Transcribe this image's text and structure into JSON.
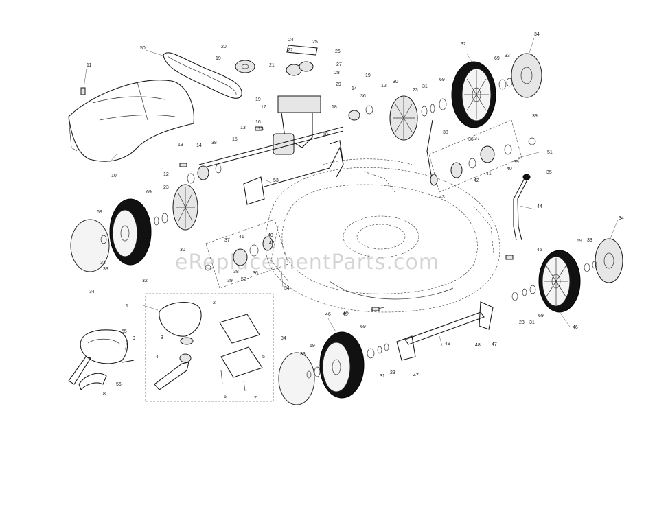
{
  "watermark": "eReplacementParts.com",
  "labels": [
    "1",
    "2",
    "3",
    "4",
    "5",
    "6",
    "7",
    "8",
    "9",
    "10",
    "11",
    "12",
    "13",
    "14",
    "15",
    "16",
    "17",
    "18",
    "19",
    "20",
    "21",
    "22",
    "23",
    "24",
    "25",
    "26",
    "27",
    "28",
    "29",
    "30",
    "31",
    "32",
    "33",
    "34",
    "35",
    "36",
    "37",
    "38",
    "39",
    "40",
    "41",
    "42",
    "43",
    "44",
    "45",
    "46",
    "47",
    "48",
    "49",
    "50",
    "51",
    "52",
    "53",
    "54",
    "55",
    "56"
  ],
  "callouts": [
    {
      "n": "11"
    },
    {
      "n": "50"
    },
    {
      "n": "20"
    },
    {
      "n": "19"
    },
    {
      "n": "24"
    },
    {
      "n": "25"
    },
    {
      "n": "22"
    },
    {
      "n": "26"
    },
    {
      "n": "27"
    },
    {
      "n": "21"
    },
    {
      "n": "28"
    },
    {
      "n": "29"
    },
    {
      "n": "19"
    },
    {
      "n": "18"
    },
    {
      "n": "17"
    },
    {
      "n": "16"
    },
    {
      "n": "13"
    },
    {
      "n": "13"
    },
    {
      "n": "14"
    },
    {
      "n": "36"
    },
    {
      "n": "12"
    },
    {
      "n": "19"
    },
    {
      "n": "15"
    },
    {
      "n": "18"
    },
    {
      "n": "10"
    },
    {
      "n": "13"
    },
    {
      "n": "14"
    },
    {
      "n": "38"
    },
    {
      "n": "12"
    },
    {
      "n": "53"
    },
    {
      "n": "32"
    },
    {
      "n": "34"
    },
    {
      "n": "69"
    },
    {
      "n": "33"
    },
    {
      "n": "30"
    },
    {
      "n": "23"
    },
    {
      "n": "31"
    },
    {
      "n": "69"
    },
    {
      "n": "38"
    },
    {
      "n": "39"
    },
    {
      "n": "36"
    },
    {
      "n": "37"
    },
    {
      "n": "51"
    },
    {
      "n": "40"
    },
    {
      "n": "39"
    },
    {
      "n": "41"
    },
    {
      "n": "42"
    },
    {
      "n": "43"
    },
    {
      "n": "35"
    },
    {
      "n": "44"
    },
    {
      "n": "69"
    },
    {
      "n": "23"
    },
    {
      "n": "69"
    },
    {
      "n": "31"
    },
    {
      "n": "30"
    },
    {
      "n": "32"
    },
    {
      "n": "34"
    },
    {
      "n": "33"
    },
    {
      "n": "37"
    },
    {
      "n": "41"
    },
    {
      "n": "40"
    },
    {
      "n": "42"
    },
    {
      "n": "38"
    },
    {
      "n": "52"
    },
    {
      "n": "36"
    },
    {
      "n": "39"
    },
    {
      "n": "54"
    },
    {
      "n": "45"
    },
    {
      "n": "34"
    },
    {
      "n": "69"
    },
    {
      "n": "33"
    },
    {
      "n": "45"
    },
    {
      "n": "46"
    },
    {
      "n": "23"
    },
    {
      "n": "31"
    },
    {
      "n": "69"
    },
    {
      "n": "1"
    },
    {
      "n": "2"
    },
    {
      "n": "3"
    },
    {
      "n": "4"
    },
    {
      "n": "5"
    },
    {
      "n": "6"
    },
    {
      "n": "7"
    },
    {
      "n": "55"
    },
    {
      "n": "9"
    },
    {
      "n": "56"
    },
    {
      "n": "8"
    },
    {
      "n": "45"
    },
    {
      "n": "46"
    },
    {
      "n": "69"
    },
    {
      "n": "34"
    },
    {
      "n": "33"
    },
    {
      "n": "69"
    },
    {
      "n": "31"
    },
    {
      "n": "23"
    },
    {
      "n": "47"
    },
    {
      "n": "49"
    },
    {
      "n": "48"
    },
    {
      "n": "47"
    }
  ]
}
